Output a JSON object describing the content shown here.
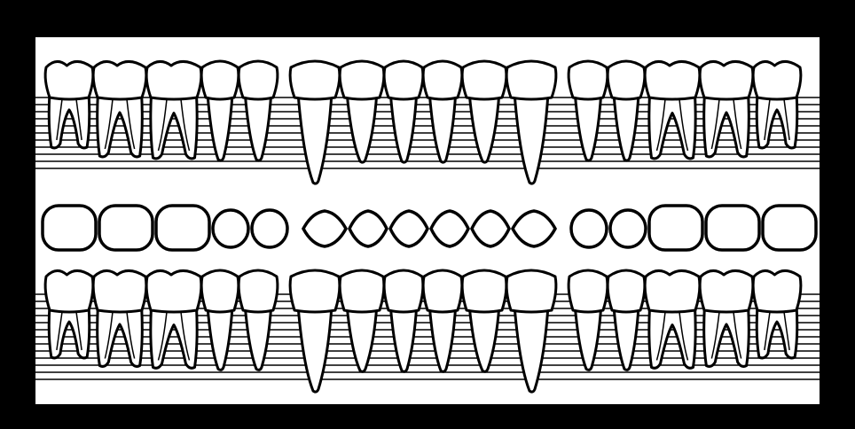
{
  "diagram": {
    "kind": "dental chart",
    "colors": {
      "frame": "#000000",
      "paper": "#ffffff",
      "ink": "#000000"
    },
    "upper_arch": {
      "right": [
        "third-molar",
        "second-molar",
        "first-molar",
        "second-premolar",
        "first-premolar"
      ],
      "anterior": [
        "canine",
        "lateral-incisor",
        "central-incisor",
        "central-incisor",
        "lateral-incisor",
        "canine"
      ],
      "left": [
        "first-premolar",
        "second-premolar",
        "first-molar",
        "second-molar",
        "third-molar"
      ]
    },
    "occlusal_row": {
      "right": [
        "molar",
        "molar",
        "molar",
        "premolar",
        "premolar"
      ],
      "anterior": [
        "canine",
        "incisor",
        "incisor",
        "incisor",
        "incisor",
        "canine"
      ],
      "left": [
        "premolar",
        "premolar",
        "molar",
        "molar",
        "molar"
      ]
    },
    "lower_arch": {
      "right": [
        "third-molar",
        "second-molar",
        "first-molar",
        "second-premolar",
        "first-premolar"
      ],
      "anterior": [
        "canine",
        "lateral-incisor",
        "central-incisor",
        "central-incisor",
        "lateral-incisor",
        "canine"
      ],
      "left": [
        "first-premolar",
        "second-premolar",
        "first-molar",
        "second-molar",
        "third-molar"
      ]
    }
  }
}
